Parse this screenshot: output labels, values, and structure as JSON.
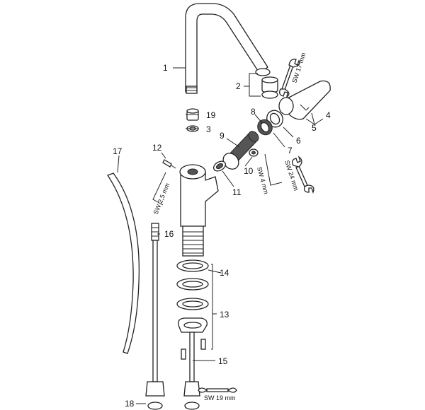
{
  "callouts": {
    "c1": "1",
    "c2": "2",
    "c3": "3",
    "c4": "4",
    "c5": "5",
    "c6": "6",
    "c7": "7",
    "c8": "8",
    "c9": "9",
    "c10": "10",
    "c11": "11",
    "c12": "12",
    "c13": "13",
    "c14": "14",
    "c15": "15",
    "c16": "16",
    "c17": "17",
    "c18": "18",
    "c19": "19"
  },
  "tools": {
    "sw17": "SW 17 mm",
    "sw25": "SW 2,5 mm",
    "sw4": "SW 4 mm",
    "sw24": "SW 24 mm",
    "sw19": "SW 19 mm"
  },
  "icons": [
    "wrench-icon",
    "hex-key-icon"
  ]
}
